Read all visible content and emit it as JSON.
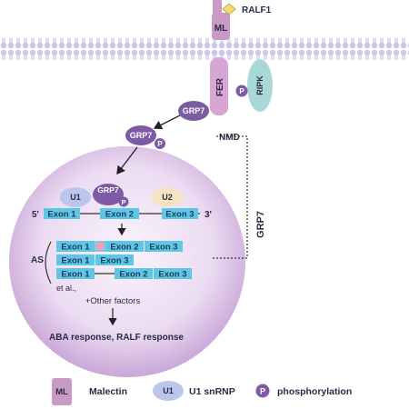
{
  "receptor": {
    "ligand": "RALF1",
    "coreceptor": "ML",
    "kinase": "FER",
    "partner_kinase": "RIPK",
    "phospho": "P"
  },
  "cytoplasm": {
    "protein": "GRP7",
    "protein_phospho": "GRP7",
    "phospho": "P",
    "nmd_label": "NMD",
    "return_label": "GRP7"
  },
  "nucleus": {
    "u1": "U1",
    "u2": "U2",
    "grp7": "GRP7",
    "phospho": "P",
    "pre_mrna": {
      "five_prime": "5'",
      "three_prime": "3'",
      "exons": [
        "Exon 1",
        "Exon 2",
        "Exon 3"
      ]
    },
    "as_label": "AS",
    "isoforms": [
      [
        "Exon 1",
        "Exon 2",
        "Exon 3"
      ],
      [
        "Exon 1",
        "Exon 3"
      ],
      [
        "Exon 1",
        "Exon 2",
        "Exon 3"
      ]
    ],
    "et_al": "et al.,",
    "other_factors": "+Other factors",
    "outcome": "ABA response, RALF response"
  },
  "legend": {
    "ml_symbol": "ML",
    "ml_text": "Malectin",
    "u1_symbol": "U1",
    "u1_text": "U1 snRNP",
    "p_symbol": "P",
    "p_text": "phosphorylation"
  },
  "colors": {
    "membrane": "#c4c3e6",
    "malectin": "#c99ac5",
    "fer": "#d7a6d3",
    "ripk": "#a9d8d6",
    "grp7": "#7c5aa4",
    "nucleus_inner": "#f6effa",
    "nucleus_outer": "#cdaed9",
    "exon": "#5fc7e6",
    "u1": "#bcc5ec",
    "u2": "#f7e3c4",
    "ligand": "#f0dc7a",
    "dot": "#d98fb0"
  }
}
